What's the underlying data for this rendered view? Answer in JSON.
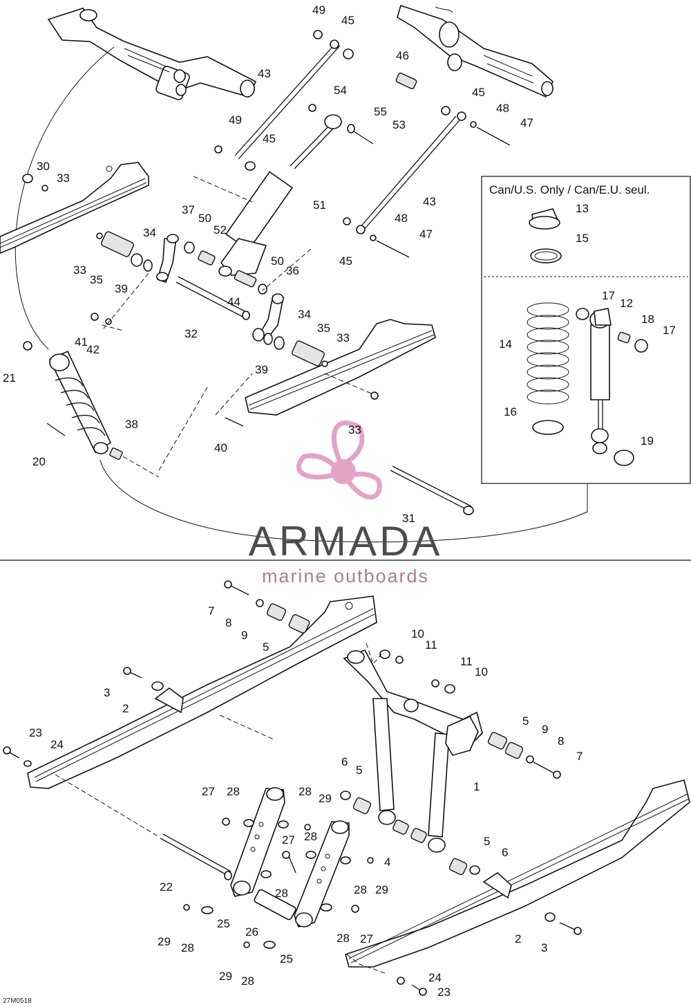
{
  "diagram": {
    "figure_code": "27M0518",
    "inset_title": "Can/U.S. Only / Can/E.U. seul.",
    "watermark": {
      "brand": "ARMADA",
      "tagline": "marine outboards",
      "logo_color": "#e3a3c6"
    },
    "callouts_top": [
      "49",
      "45",
      "46",
      "43",
      "54",
      "55",
      "53",
      "45",
      "48",
      "47",
      "49",
      "45",
      "30",
      "33",
      "51",
      "43",
      "37",
      "50",
      "52",
      "48",
      "47",
      "34",
      "33",
      "35",
      "39",
      "45",
      "50",
      "36",
      "44",
      "41",
      "42",
      "32",
      "34",
      "35",
      "33",
      "39",
      "21",
      "38",
      "20",
      "40",
      "33",
      "31"
    ],
    "callouts_inset": [
      "13",
      "15",
      "17",
      "12",
      "18",
      "17",
      "14",
      "16",
      "19"
    ],
    "callouts_bottom": [
      "7",
      "8",
      "9",
      "5",
      "10",
      "11",
      "11",
      "10",
      "3",
      "2",
      "5",
      "9",
      "8",
      "7",
      "23",
      "24",
      "6",
      "5",
      "1",
      "27",
      "28",
      "28",
      "29",
      "27",
      "28",
      "5",
      "6",
      "4",
      "22",
      "28",
      "28",
      "29",
      "29",
      "28",
      "25",
      "26",
      "28",
      "27",
      "2",
      "3",
      "29",
      "28",
      "25",
      "24",
      "23"
    ]
  }
}
